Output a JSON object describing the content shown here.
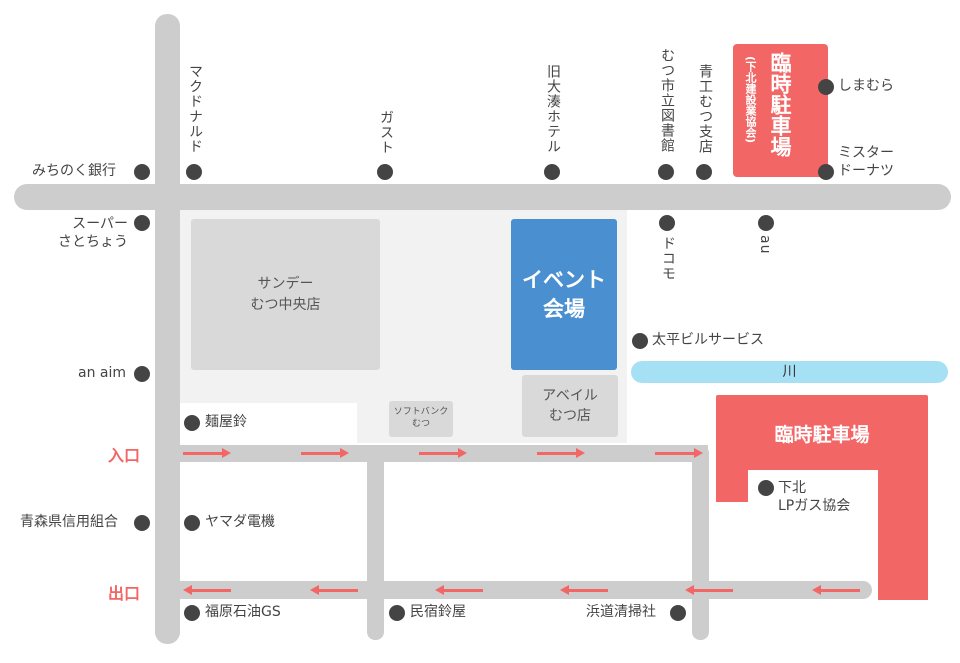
{
  "colors": {
    "road": "#cdcdcd",
    "parking": "#f26666",
    "event": "#4a8fd0",
    "river": "#a6e0f5",
    "building": "#d9d9d9"
  },
  "buildings": {
    "sunday": "サンデー\nむつ中央店",
    "event": "イベント\n会場",
    "abeile": "アベイル\nむつ店",
    "softbank": "ソフトバンク\nむつ"
  },
  "river": "川",
  "parking_top": {
    "title": "臨時駐車場",
    "sub": "(下北建設業協会)"
  },
  "parking_main": "臨時駐車場",
  "entrance": "入口",
  "exit": "出口",
  "landmarks": {
    "mcd": "マクドナルド",
    "gusto": "ガスト",
    "hotel": "旧大湊ホテル",
    "library": "むつ市立図書館",
    "aoko": "青工むつ支店",
    "shimamura": "しまむら",
    "misdo": "ミスター\nドーナツ",
    "michinoku": "みちのく銀行",
    "super": "スーパー\nさとちょう",
    "docomo": "ドコモ",
    "au": "au",
    "taihei": "太平ビルサービス",
    "anaim": "an aim",
    "menya": "麺屋鈴",
    "lpgas": "下北\nLPガス協会",
    "aomori": "青森県信用組合",
    "yamada": "ヤマダ電機",
    "fukuhara": "福原石油GS",
    "minshuku": "民宿鈴屋",
    "hamamichi": "浜道清掃社"
  }
}
